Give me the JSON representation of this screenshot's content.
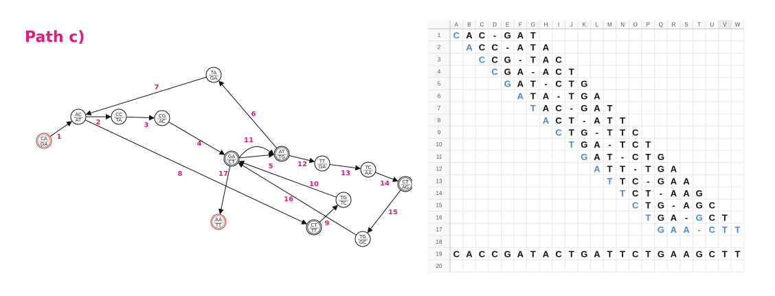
{
  "title": "Path c)",
  "colors": {
    "accent": "#e6177e",
    "blue": "#4a86e8",
    "black": "#111111",
    "red_node": "#c0392b"
  },
  "nodes": [
    {
      "id": "CA_GA",
      "top": "CA",
      "bottom": "GA",
      "style": "red"
    },
    {
      "id": "AC_AT",
      "top": "AC",
      "bottom": "AT",
      "style": "normal"
    },
    {
      "id": "CC_TA",
      "top": "CC",
      "bottom": "TA",
      "style": "normal"
    },
    {
      "id": "CG_AC",
      "top": "CG",
      "bottom": "AC",
      "style": "normal"
    },
    {
      "id": "TA_GA",
      "top": "TA",
      "bottom": "GA",
      "style": "normal"
    },
    {
      "id": "GA_CT",
      "top": "GA",
      "bottom": "CT",
      "style": "double"
    },
    {
      "id": "AT_TG",
      "top": "AT",
      "bottom": "TG",
      "style": "double"
    },
    {
      "id": "TT_GA",
      "top": "TT",
      "bottom": "GA",
      "style": "normal"
    },
    {
      "id": "TC_AA",
      "top": "TC",
      "bottom": "AA",
      "style": "normal"
    },
    {
      "id": "CT_AG",
      "top": "CT",
      "bottom": "AG",
      "style": "double"
    },
    {
      "id": "TG_GC",
      "top": "TG",
      "bottom": "GC",
      "style": "normal"
    },
    {
      "id": "TG_TC",
      "top": "TG",
      "bottom": "TC",
      "style": "normal"
    },
    {
      "id": "CT_TT",
      "top": "CT",
      "bottom": "TT",
      "style": "double"
    },
    {
      "id": "AA_TT",
      "top": "AA",
      "bottom": "TT",
      "style": "red"
    }
  ],
  "edges": [
    {
      "label": "1",
      "from": "CA_GA",
      "to": "AC_AT"
    },
    {
      "label": "2",
      "from": "AC_AT",
      "to": "CC_TA"
    },
    {
      "label": "3",
      "from": "CC_TA",
      "to": "CG_AC"
    },
    {
      "label": "4",
      "from": "CG_AC",
      "to": "GA_CT"
    },
    {
      "label": "5",
      "from": "GA_CT",
      "to": "AT_TG"
    },
    {
      "label": "6",
      "from": "AT_TG",
      "to": "TA_GA"
    },
    {
      "label": "7",
      "from": "TA_GA",
      "to": "AC_AT"
    },
    {
      "label": "8",
      "from": "AC_AT",
      "to": "CT_TT"
    },
    {
      "label": "9",
      "from": "CT_TT",
      "to": "TG_TC"
    },
    {
      "label": "10",
      "from": "TG_TC",
      "to": "GA_CT"
    },
    {
      "label": "11",
      "from": "GA_CT",
      "to": "AT_TG"
    },
    {
      "label": "12",
      "from": "AT_TG",
      "to": "TT_GA"
    },
    {
      "label": "13",
      "from": "TT_GA",
      "to": "TC_AA"
    },
    {
      "label": "14",
      "from": "TC_AA",
      "to": "CT_AG"
    },
    {
      "label": "15",
      "from": "CT_AG",
      "to": "TG_GC"
    },
    {
      "label": "16",
      "from": "TG_GC",
      "to": "GA_CT"
    },
    {
      "label": "17",
      "from": "GA_CT",
      "to": "AA_TT"
    }
  ],
  "sheet": {
    "columns": [
      "A",
      "B",
      "C",
      "D",
      "E",
      "F",
      "G",
      "H",
      "I",
      "J",
      "K",
      "L",
      "M",
      "N",
      "O",
      "P",
      "Q",
      "R",
      "S",
      "T",
      "U",
      "V",
      "W"
    ],
    "rows": [
      {
        "num": "1",
        "start": 0,
        "cells": [
          "C",
          "A",
          "C",
          "-",
          "G",
          "A",
          "T"
        ],
        "blue": [
          0
        ]
      },
      {
        "num": "2",
        "start": 1,
        "cells": [
          "A",
          "C",
          "C",
          "-",
          "A",
          "T",
          "A"
        ],
        "blue": [
          0
        ]
      },
      {
        "num": "3",
        "start": 2,
        "cells": [
          "C",
          "C",
          "G",
          "-",
          "T",
          "A",
          "C"
        ],
        "blue": [
          0
        ]
      },
      {
        "num": "4",
        "start": 3,
        "cells": [
          "C",
          "G",
          "A",
          "-",
          "A",
          "C",
          "T"
        ],
        "blue": [
          0
        ]
      },
      {
        "num": "5",
        "start": 4,
        "cells": [
          "G",
          "A",
          "T",
          "-",
          "C",
          "T",
          "G"
        ],
        "blue": [
          0
        ]
      },
      {
        "num": "6",
        "start": 5,
        "cells": [
          "A",
          "T",
          "A",
          "-",
          "T",
          "G",
          "A"
        ],
        "blue": [
          0
        ]
      },
      {
        "num": "7",
        "start": 6,
        "cells": [
          "T",
          "A",
          "C",
          "-",
          "G",
          "A",
          "T"
        ],
        "blue": [
          0
        ]
      },
      {
        "num": "8",
        "start": 7,
        "cells": [
          "A",
          "C",
          "T",
          "-",
          "A",
          "T",
          "T"
        ],
        "blue": [
          0
        ]
      },
      {
        "num": "9",
        "start": 8,
        "cells": [
          "C",
          "T",
          "G",
          "-",
          "T",
          "T",
          "C"
        ],
        "blue": [
          0
        ]
      },
      {
        "num": "10",
        "start": 9,
        "cells": [
          "T",
          "G",
          "A",
          "-",
          "T",
          "C",
          "T"
        ],
        "blue": [
          0
        ]
      },
      {
        "num": "11",
        "start": 10,
        "cells": [
          "G",
          "A",
          "T",
          "-",
          "C",
          "T",
          "G"
        ],
        "blue": [
          0
        ]
      },
      {
        "num": "12",
        "start": 11,
        "cells": [
          "A",
          "T",
          "T",
          "-",
          "T",
          "G",
          "A"
        ],
        "blue": [
          0
        ]
      },
      {
        "num": "13",
        "start": 12,
        "cells": [
          "T",
          "T",
          "C",
          "-",
          "G",
          "A",
          "A"
        ],
        "blue": [
          0
        ]
      },
      {
        "num": "14",
        "start": 13,
        "cells": [
          "T",
          "C",
          "T",
          "-",
          "A",
          "A",
          "G"
        ],
        "blue": [
          0
        ]
      },
      {
        "num": "15",
        "start": 14,
        "cells": [
          "C",
          "T",
          "G",
          "-",
          "A",
          "G",
          "C"
        ],
        "blue": [
          0
        ]
      },
      {
        "num": "16",
        "start": 15,
        "cells": [
          "T",
          "G",
          "A",
          "-",
          "G",
          "C",
          "T"
        ],
        "blue": [
          0,
          4
        ]
      },
      {
        "num": "17",
        "start": 16,
        "cells": [
          "G",
          "A",
          "A",
          "-",
          "C",
          "T",
          "T"
        ],
        "blue": [
          0,
          1,
          2,
          3,
          4,
          5,
          6
        ]
      },
      {
        "num": "18",
        "start": 0,
        "cells": [],
        "blue": []
      },
      {
        "num": "19",
        "start": 0,
        "cells": [
          "C",
          "A",
          "C",
          "C",
          "G",
          "A",
          "T",
          "A",
          "C",
          "T",
          "G",
          "A",
          "T",
          "T",
          "C",
          "T",
          "G",
          "A",
          "A",
          "G",
          "C",
          "T",
          "T"
        ],
        "blue": []
      },
      {
        "num": "20",
        "start": 0,
        "cells": [],
        "blue": []
      }
    ]
  }
}
